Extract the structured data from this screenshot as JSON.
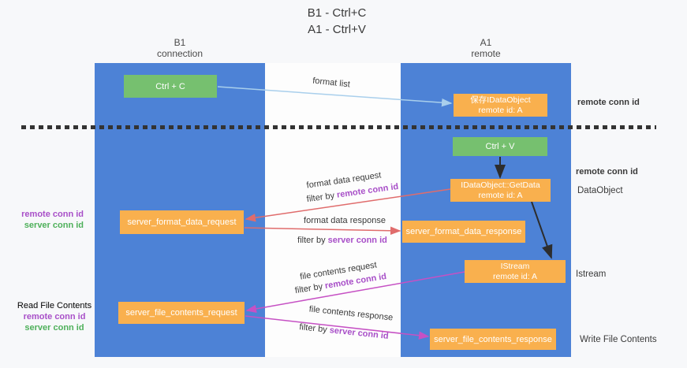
{
  "title": {
    "line1": "B1 - Ctrl+C",
    "line2": "A1 - Ctrl+V"
  },
  "columns": {
    "left": {
      "name": "B1",
      "role": "connection"
    },
    "right": {
      "name": "A1",
      "role": "remote"
    }
  },
  "nodes": {
    "ctrl_c": {
      "label": "Ctrl + C"
    },
    "ctrl_v": {
      "label": "Ctrl + V"
    },
    "save_dataobject": {
      "line1": "保存IDataObject",
      "line2": "remote id: A"
    },
    "getdata": {
      "line1": "IDataObject::GetData",
      "line2": "remote id: A"
    },
    "istream": {
      "line1": "IStream",
      "line2": "remote id: A"
    },
    "format_request": {
      "label": "server_format_data_request"
    },
    "format_response": {
      "label": "server_format_data_response"
    },
    "file_request": {
      "label": "server_file_contents_request"
    },
    "file_response": {
      "label": "server_file_contents_response"
    }
  },
  "labels": {
    "format_list": "format list",
    "format_data_request": "format data request",
    "format_data_response": "format data response",
    "file_contents_request": "file contents request",
    "file_contents_response": "file contents response",
    "filter_by": "filter by ",
    "remote_conn_id": "remote conn id",
    "server_conn_id": "server conn id",
    "read_file_contents": "Read File Contents",
    "write_file_contents": "Write File Contents",
    "dataobject": "DataObject",
    "istream_annotation": "Istream"
  },
  "colors": {
    "bg": "#f7f8fa",
    "panel_blue": "#4d82d6",
    "box_green": "#76c06f",
    "box_orange": "#f9b04e",
    "box_text": "#ffffff",
    "text_dark": "#3a3a3a",
    "text_purple": "#a84fc8",
    "text_green": "#4eb05a",
    "arrow_red": "#e06c6c",
    "arrow_magenta": "#c651c4",
    "arrow_blue": "#a9cfec",
    "arrow_black": "#2d2d2d",
    "dash": "#333333"
  }
}
